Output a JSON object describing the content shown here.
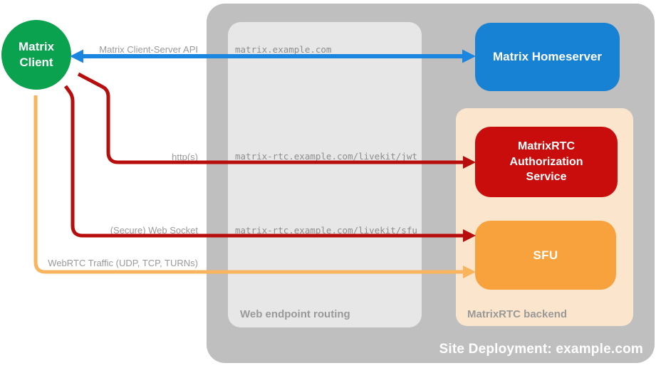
{
  "colors": {
    "green": "#0aa24f",
    "blue_box": "#1781d4",
    "blue_arrow": "#1b86e0",
    "red_box": "#c90d0d",
    "red_arrow": "#b80d0d",
    "orange_box": "#f7a23c",
    "orange_arrow": "#f9b45d",
    "peach": "#fce5cd",
    "outer_gray": "#bfbfbf",
    "inner_gray": "#e7e7e7",
    "label_gray": "#999999",
    "mono_gray": "#8e8e8e"
  },
  "nodes": {
    "client": {
      "label": "Matrix Client"
    },
    "homeserver": {
      "label": "Matrix Homeserver"
    },
    "auth_service": {
      "label": "MatrixRTC Authorization Service"
    },
    "sfu": {
      "label": "SFU"
    }
  },
  "containers": {
    "site_deployment": {
      "label": "Site Deployment: example.com"
    },
    "web_endpoint_routing": {
      "label": "Web endpoint routing"
    },
    "matrixrtc_backend": {
      "label": "MatrixRTC backend"
    }
  },
  "edges": {
    "client_server_api": {
      "label": "Matrix Client-Server API",
      "endpoint": "matrix.example.com",
      "from": "Matrix Client",
      "to": "Matrix Homeserver",
      "direction": "bidirectional",
      "color": "#1b86e0"
    },
    "http": {
      "label": "http(s)",
      "endpoint": "matrix-rtc.example.com/livekit/jwt",
      "from": "Matrix Client",
      "to": "MatrixRTC Authorization Service",
      "direction": "bidirectional",
      "color": "#b80d0d"
    },
    "websocket": {
      "label": "(Secure) Web Socket",
      "endpoint": "matrix-rtc.example.com/livekit/sfu",
      "from": "Matrix Client",
      "to": "SFU",
      "direction": "bidirectional",
      "color": "#b80d0d"
    },
    "webrtc": {
      "label": "WebRTC Traffic (UDP, TCP, TURNs)",
      "from": "Matrix Client",
      "to": "SFU",
      "direction": "bidirectional",
      "color": "#f9b45d"
    }
  }
}
